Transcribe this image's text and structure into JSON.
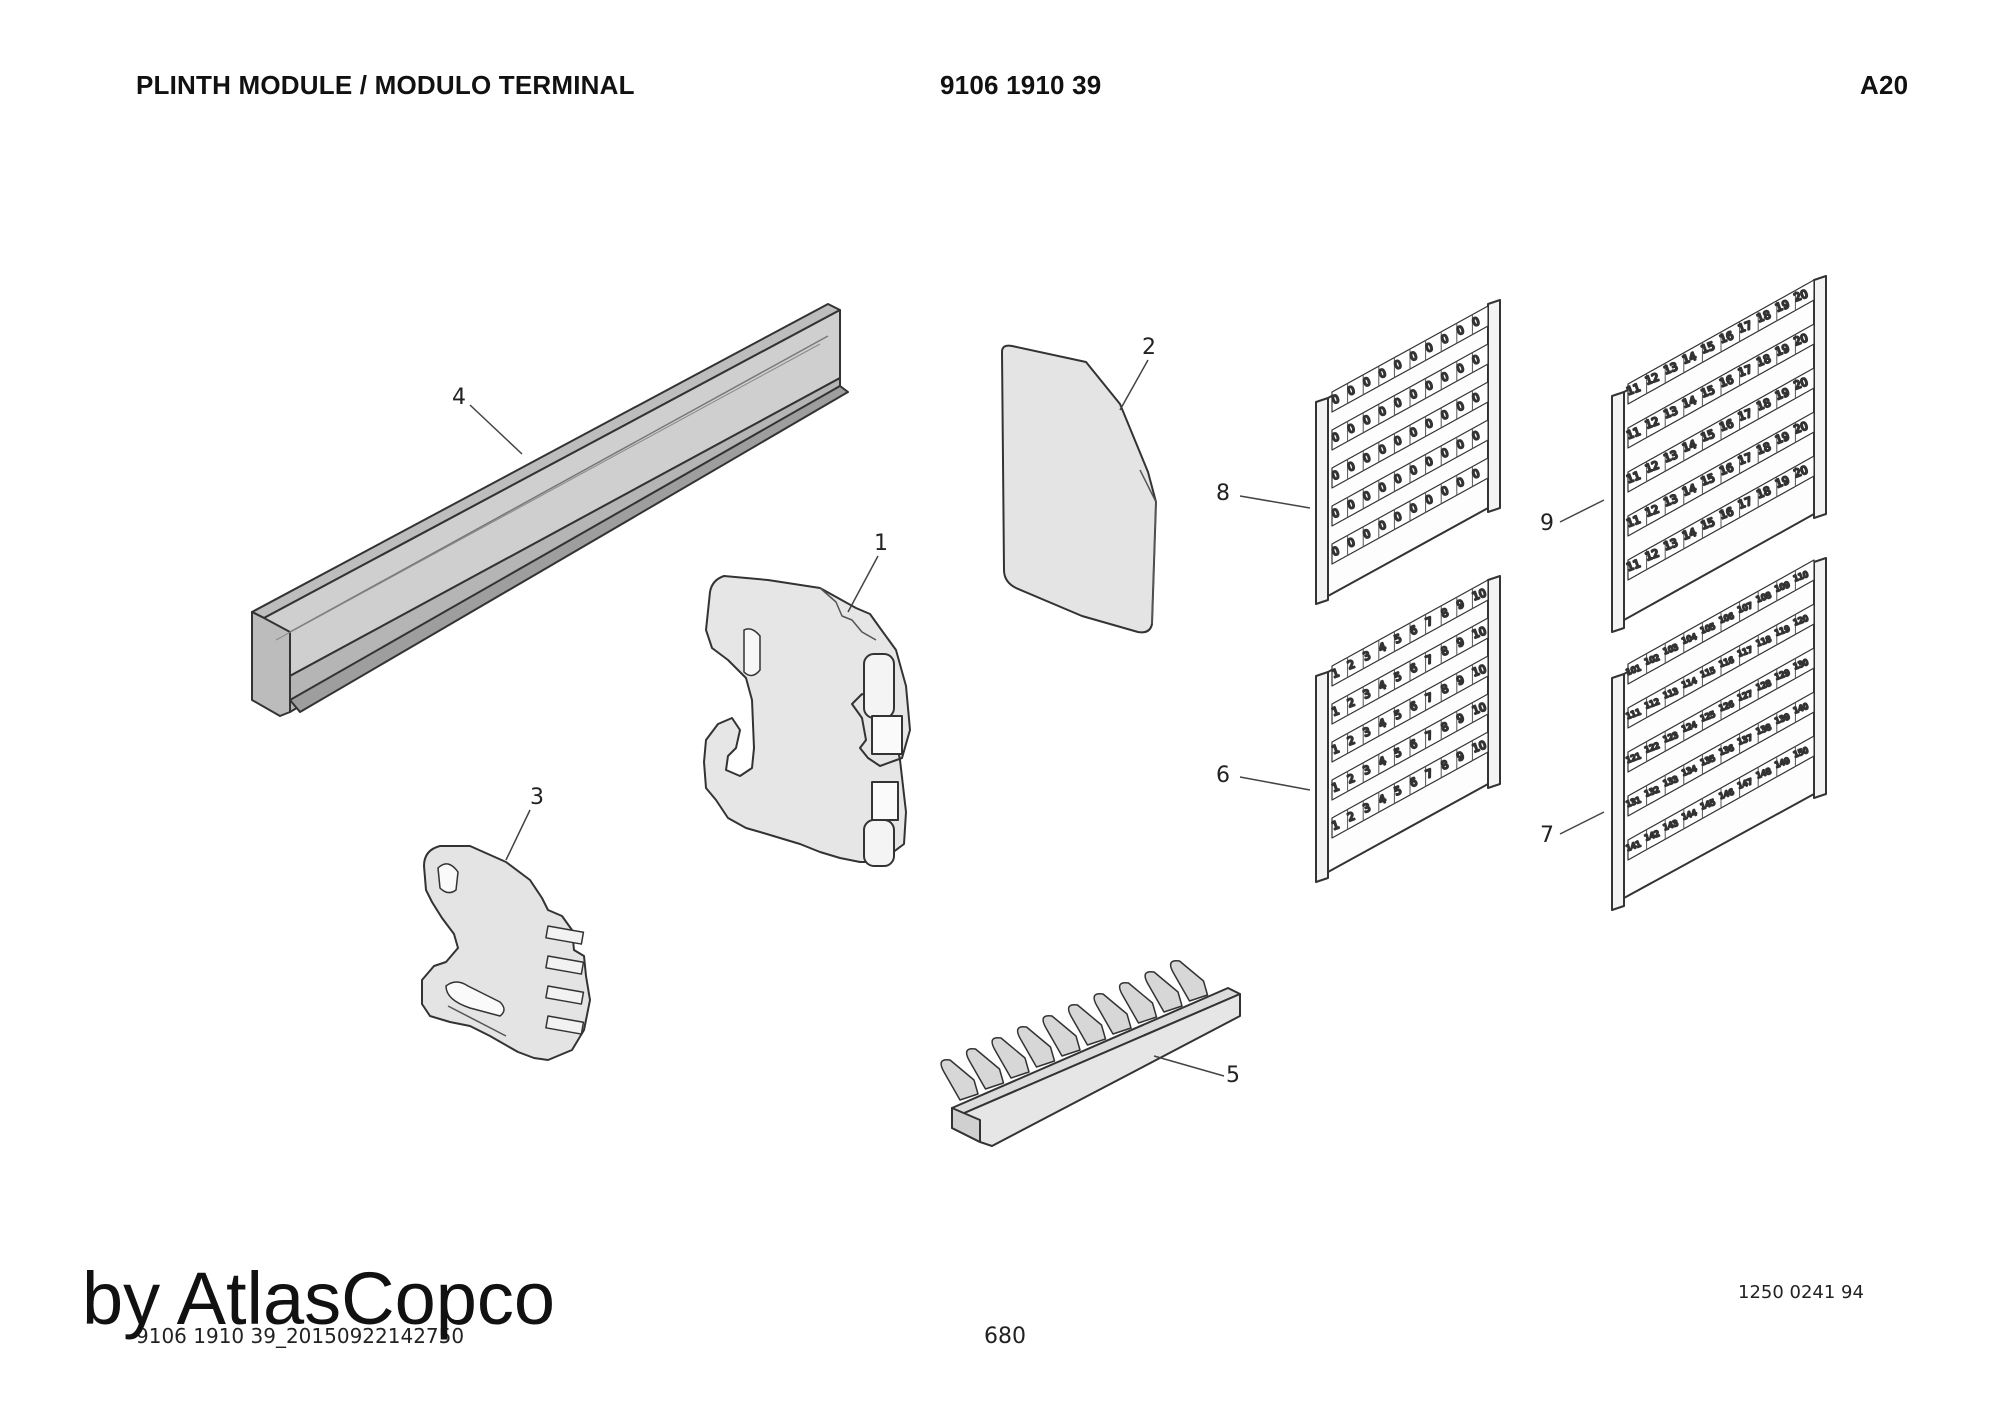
{
  "header": {
    "title": "PLINTH MODULE / MODULO TERMINAL",
    "part_number": "9106 1910 39",
    "page_code": "A20"
  },
  "callouts": {
    "c1": "1",
    "c2": "2",
    "c3": "3",
    "c4": "4",
    "c5": "5",
    "c6": "6",
    "c7": "7",
    "c8": "8",
    "c9": "9"
  },
  "marker_sheets": {
    "sheet8": {
      "row": [
        "0",
        "0",
        "0",
        "0",
        "0",
        "0",
        "0",
        "0",
        "0",
        "0"
      ]
    },
    "sheet6": {
      "row": [
        "1",
        "2",
        "3",
        "4",
        "5",
        "6",
        "7",
        "8",
        "9",
        "10"
      ]
    },
    "sheet9": {
      "row": [
        "11",
        "12",
        "13",
        "14",
        "15",
        "16",
        "17",
        "18",
        "19",
        "20"
      ]
    },
    "sheet7": {
      "rows": [
        [
          "101",
          "102",
          "103",
          "104",
          "105",
          "106",
          "107",
          "108",
          "109",
          "110"
        ],
        [
          "111",
          "112",
          "113",
          "114",
          "115",
          "116",
          "117",
          "118",
          "119",
          "120"
        ],
        [
          "121",
          "122",
          "123",
          "124",
          "125",
          "126",
          "127",
          "128",
          "129",
          "130"
        ],
        [
          "131",
          "132",
          "133",
          "134",
          "135",
          "136",
          "137",
          "138",
          "139",
          "140"
        ],
        [
          "141",
          "142",
          "143",
          "144",
          "145",
          "146",
          "147",
          "148",
          "149",
          "150"
        ]
      ]
    }
  },
  "footer": {
    "drawing_number": "1250 0241 94",
    "file_ref": "9106 1910 39_20150922142750",
    "page_number": "680",
    "watermark": "by AtlasCopco"
  },
  "colors": {
    "part_fill": "#e6e6e6",
    "rail_fill": "#c9c9c9",
    "line": "#333333"
  }
}
